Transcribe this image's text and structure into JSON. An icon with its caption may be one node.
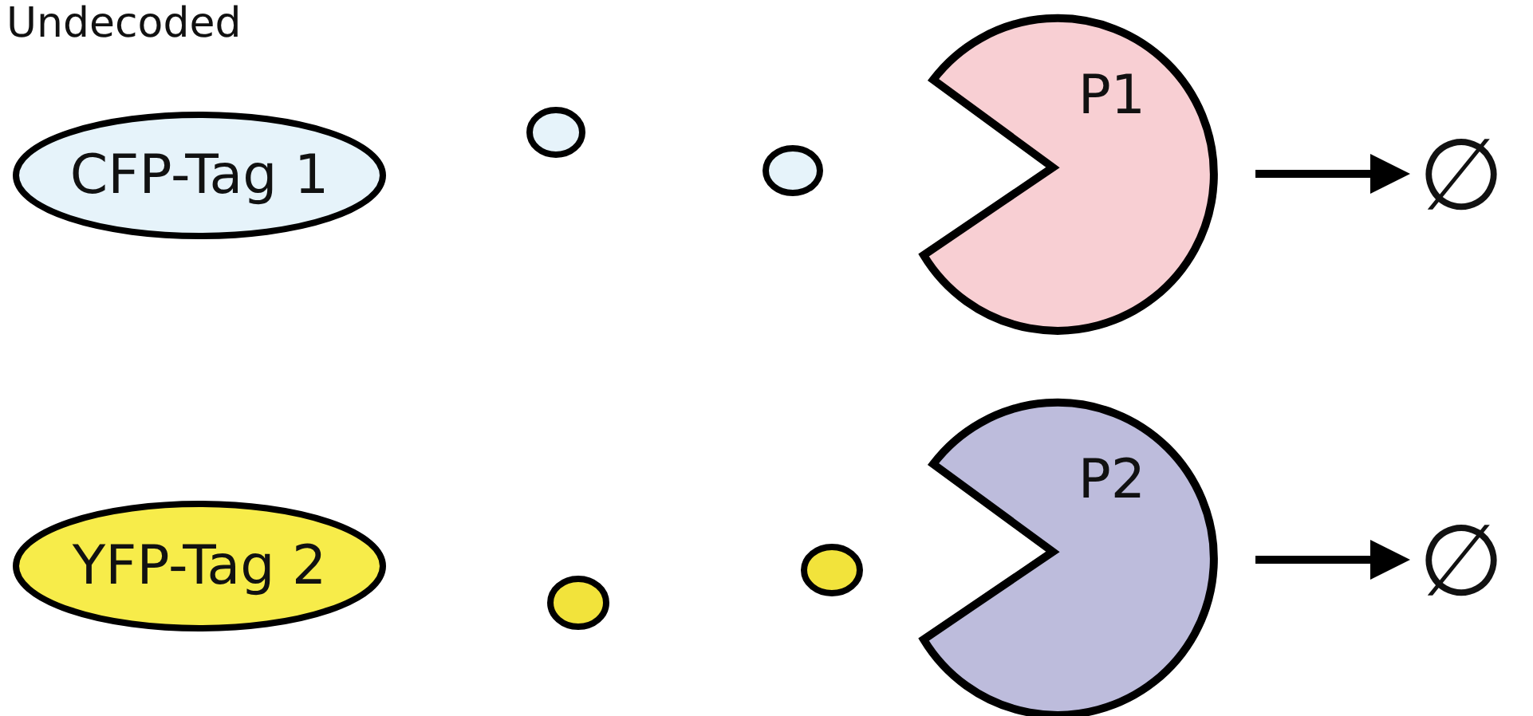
{
  "diagram": {
    "nodes": [
      {
        "text": [
          "CFP-Tag 1"
        ]
      },
      {
        "text": [],
        "shape": "circle"
      },
      {
        "text": [],
        "shape": "circle"
      },
      {
        "text": [
          "P1"
        ]
      },
      {
        "text": [
          "∅"
        ]
      },
      {
        "text": [
          "YFP-Tag 2"
        ]
      },
      {
        "text": [],
        "shape": "circle"
      },
      {
        "text": [],
        "shape": "circle"
      },
      {
        "text": [
          "P2"
        ]
      },
      {
        "text": [
          "∅"
        ]
      }
    ],
    "edges": [
      {
        "from": 3,
        "to": 4,
        "arrow": "to"
      },
      {
        "from": 8,
        "to": 9,
        "arrow": "to"
      }
    ],
    "labels": [
      "Undecoded"
    ]
  }
}
